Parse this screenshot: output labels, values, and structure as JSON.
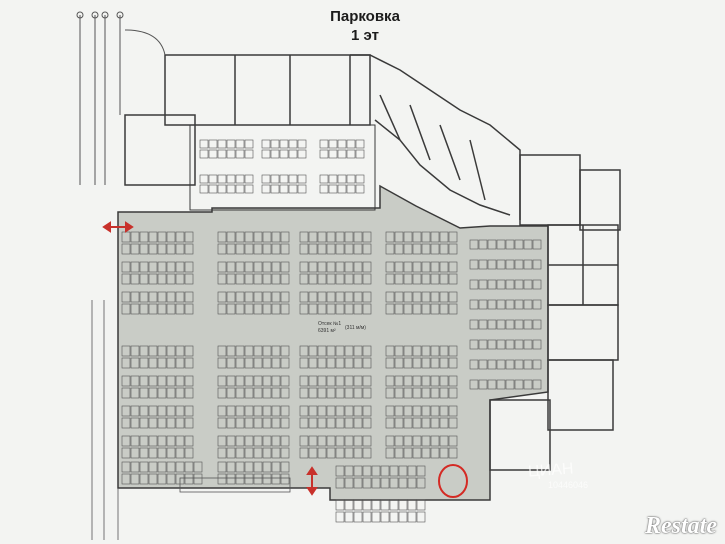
{
  "title_line1": "Парковка",
  "title_line2": "1 эт",
  "zone_label": "Отсек №1",
  "zone_area": "6391 м²",
  "zone_capacity": "(311 м/м)",
  "watermark": "ЦИАН",
  "watermark_id": "10446046",
  "logo_text": "Restate",
  "icons": {
    "horizontal_arrow": "double-arrow-horizontal-icon",
    "vertical_arrow": "double-arrow-vertical-icon",
    "highlight": "red-circle-highlight-icon"
  },
  "colors": {
    "parking_zone": "#c9ccc6",
    "wall": "#3a3a3a",
    "accent_arrow": "#c8312b",
    "paper": "#f3f4f2"
  }
}
